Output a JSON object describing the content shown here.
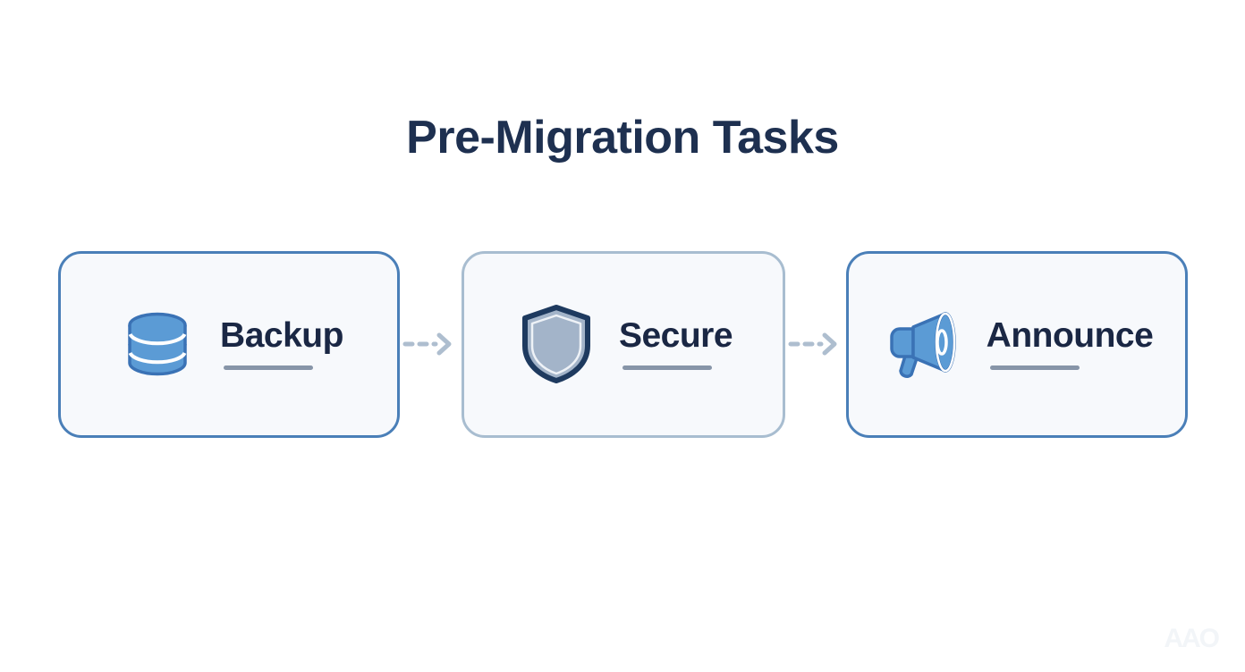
{
  "page": {
    "title": "Pre-Migration Tasks",
    "background_color": "#ffffff",
    "title_color": "#1e3050"
  },
  "flow": {
    "type": "process-flow",
    "direction": "left-to-right",
    "steps": [
      {
        "label": "Backup",
        "icon": "database-icon",
        "border_color": "#4a7fb8",
        "fill_color": "#f7f9fc",
        "icon_color": "#5b9bd5",
        "emphasis": "strong"
      },
      {
        "label": "Secure",
        "icon": "shield-icon",
        "border_color": "#a8bdd0",
        "fill_color": "#f7f9fc",
        "icon_color": "#a3b4c9",
        "emphasis": "muted"
      },
      {
        "label": "Announce",
        "icon": "megaphone-icon",
        "border_color": "#4a7fb8",
        "fill_color": "#f7f9fc",
        "icon_color": "#5b9bd5",
        "emphasis": "strong"
      }
    ],
    "connectors": [
      {
        "style": "dashed-arrow",
        "color": "#aebecf"
      },
      {
        "style": "dashed-arrow",
        "color": "#aebecf"
      }
    ],
    "underline_color": "#8795a8"
  },
  "watermark": {
    "text": "AAO",
    "color": "#f2f5f8"
  }
}
